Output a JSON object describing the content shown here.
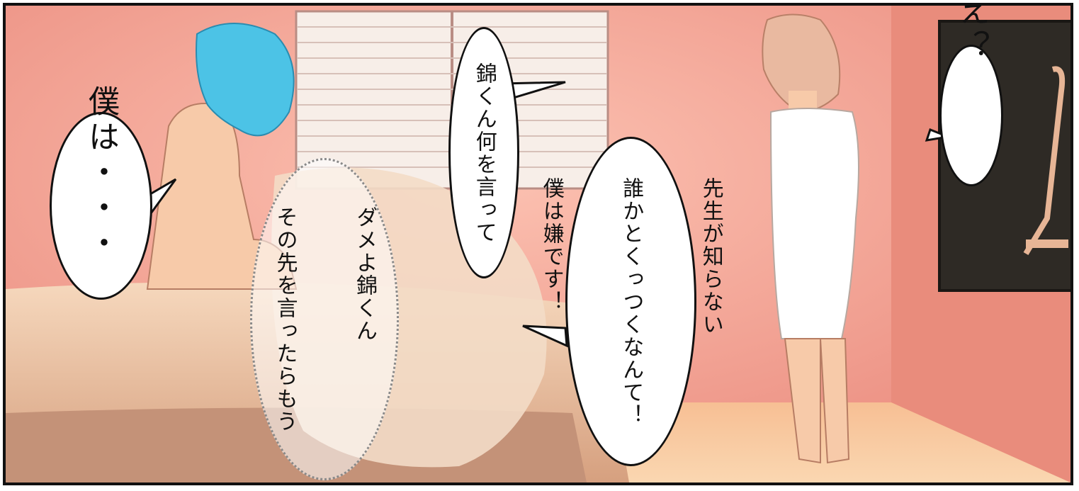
{
  "colors": {
    "wall": "#f3a092",
    "wall_shadow": "#d9786e",
    "floor": "#f8c69a",
    "bed": "#f1c7a4",
    "bed_shadow": "#c9957a",
    "blinds": "#f7eee8",
    "skin": "#f7caa9",
    "hair_blue": "#4cc3e6",
    "hair_pink": "#e9b9a0",
    "towel": "#ffffff",
    "mirror": "#2e2a25"
  },
  "icons": [
    "speech-bubble",
    "whisper-bubble"
  ],
  "bubbles": {
    "boku_wa": {
      "lines": [
        "僕は・・・"
      ]
    },
    "nishiki_nani": {
      "lines": [
        "錦くん何を言って"
      ]
    },
    "dame": {
      "lines": [
        "ダメよ錦くん",
        "その先を言ったらもう"
      ]
    },
    "sensei": {
      "lines": [
        "先生が知らない",
        "誰かとくっつくなんて！",
        "僕は嫌です！"
      ]
    },
    "e": {
      "lines": [
        "え？"
      ]
    }
  }
}
